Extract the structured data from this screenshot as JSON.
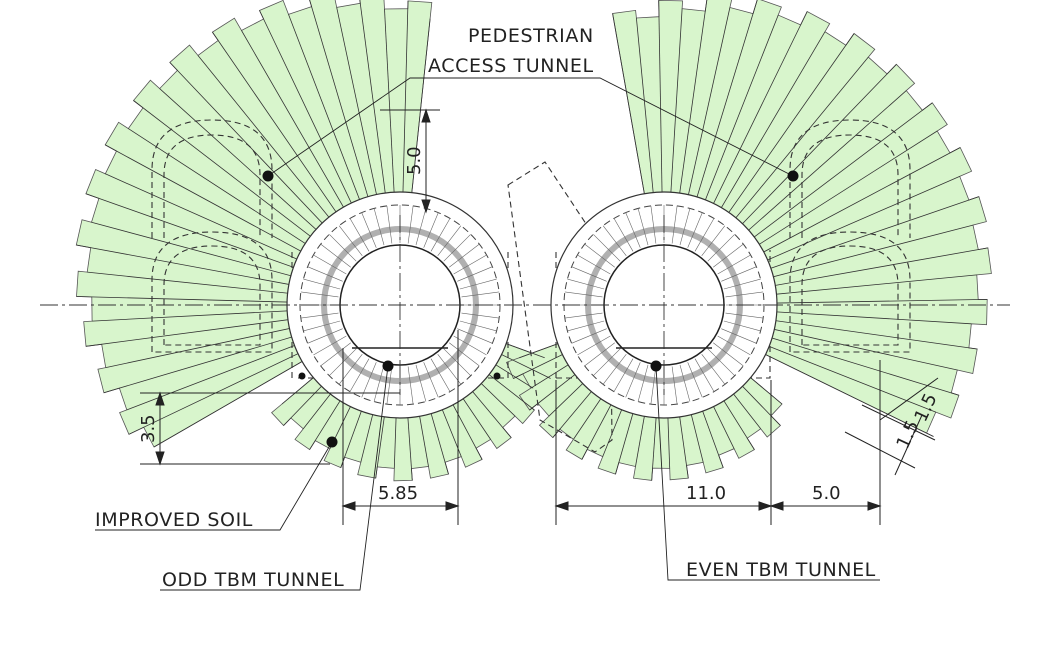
{
  "labels": {
    "pedestrian_line1": "PEDESTRIAN",
    "pedestrian_line2": "ACCESS TUNNEL",
    "improved_soil": "IMPROVED SOIL",
    "odd_tbm": "ODD TBM TUNNEL",
    "even_tbm": "EVEN TBM TUNNEL"
  },
  "dimensions": {
    "vertical_top": "5.0",
    "vertical_left": "3.5",
    "odd_width": "5.85",
    "even_width": "11.0",
    "offset_right": "5.0",
    "diag_a": "1.5",
    "diag_b": "1.5"
  },
  "colors": {
    "soil_fill": "#d8f5cc",
    "line": "#2a2a2a",
    "ring": "#b0b0b0"
  }
}
